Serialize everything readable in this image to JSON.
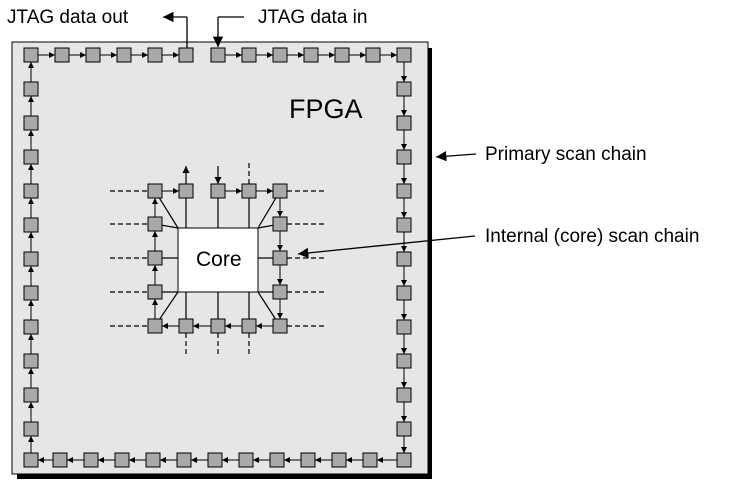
{
  "labels": {
    "jtag_data_out": "JTAG data out",
    "jtag_data_in": "JTAG data in",
    "fpga": "FPGA",
    "primary_scan_chain": "Primary scan chain",
    "internal_scan_chain": "Internal (core) scan chain",
    "core": "Core"
  },
  "colors": {
    "chip_fill": "#e6e6e6",
    "chip_shadow": "#000000",
    "cell_fill": "#a9a9a9",
    "core_fill": "#ffffff",
    "line": "#000000"
  }
}
